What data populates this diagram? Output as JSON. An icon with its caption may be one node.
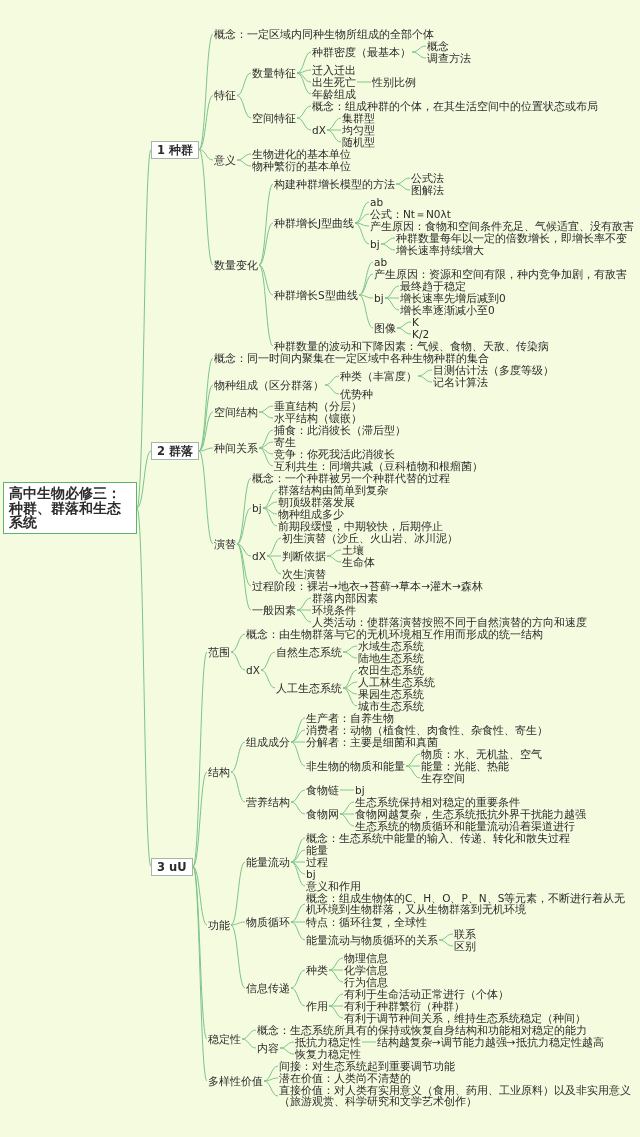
{
  "diagram": {
    "nodes": [
      {
        "text": [
          "高中生物必修三：种群、群落和生态系统"
        ]
      },
      {
        "text": [
          "1 种群"
        ]
      },
      {
        "text": [
          "概念：一定区域内同种生物所组成的全部个体"
        ]
      },
      {
        "text": [
          "特征"
        ]
      },
      {
        "text": [
          "数量特征"
        ]
      },
      {
        "text": [
          "种群密度（最基本）"
        ]
      },
      {
        "text": [
          "概念"
        ]
      },
      {
        "text": [
          "调查方法"
        ]
      },
      {
        "text": [
          "迁入迁出"
        ]
      },
      {
        "text": [
          "出生死亡"
        ]
      },
      {
        "text": [
          "性别比例"
        ]
      },
      {
        "text": [
          "年龄组成"
        ]
      },
      {
        "text": [
          "空间特征"
        ]
      },
      {
        "text": [
          "概念：组成种群的个体，在其生活空间中的位置状态或布局"
        ]
      },
      {
        "text": [
          "dX"
        ]
      },
      {
        "text": [
          "集群型"
        ]
      },
      {
        "text": [
          "均匀型"
        ]
      },
      {
        "text": [
          "随机型"
        ]
      },
      {
        "text": [
          "意义"
        ]
      },
      {
        "text": [
          "生物进化的基本单位"
        ]
      },
      {
        "text": [
          "物种繁衍的基本单位"
        ]
      },
      {
        "text": [
          "数量变化"
        ]
      },
      {
        "text": [
          "构建种群增长模型的方法"
        ]
      },
      {
        "text": [
          "公式法"
        ]
      },
      {
        "text": [
          "图解法"
        ]
      },
      {
        "text": [
          "种群增长J型曲线"
        ]
      },
      {
        "text": [
          "ab"
        ]
      },
      {
        "text": [
          "公式：Nt＝N0λt"
        ]
      },
      {
        "text": [
          "产生原因：食物和空间条件充足、气候适宜、没有敌害"
        ]
      },
      {
        "text": [
          "bj"
        ]
      },
      {
        "text": [
          "种群数量每年以一定的倍数增长，即增长率不变"
        ]
      },
      {
        "text": [
          "增长速率持续增大"
        ]
      },
      {
        "text": [
          "种群增长S型曲线"
        ]
      },
      {
        "text": [
          "ab"
        ]
      },
      {
        "text": [
          "产生原因：资源和空间有限，种内竞争加剧，有敌害"
        ]
      },
      {
        "text": [
          "bj"
        ]
      },
      {
        "text": [
          "最终趋于稳定"
        ]
      },
      {
        "text": [
          "增长速率先增后减到0"
        ]
      },
      {
        "text": [
          "增长率逐渐减小至0"
        ]
      },
      {
        "text": [
          "图像"
        ]
      },
      {
        "text": [
          "K"
        ]
      },
      {
        "text": [
          "K/2"
        ]
      },
      {
        "text": [
          "种群数量的波动和下降因素：气候、食物、天敌、传染病"
        ]
      },
      {
        "text": [
          "2 群落"
        ]
      },
      {
        "text": [
          "概念：同一时间内聚集在一定区域中各种生物种群的集合"
        ]
      },
      {
        "text": [
          "物种组成（区分群落）"
        ]
      },
      {
        "text": [
          "种类（丰富度）"
        ]
      },
      {
        "text": [
          "目测估计法（多度等级）"
        ]
      },
      {
        "text": [
          "记名计算法"
        ]
      },
      {
        "text": [
          "优势种"
        ]
      },
      {
        "text": [
          "空间结构"
        ]
      },
      {
        "text": [
          "垂直结构（分层）"
        ]
      },
      {
        "text": [
          "水平结构（镶嵌）"
        ]
      },
      {
        "text": [
          "种间关系"
        ]
      },
      {
        "text": [
          "捕食：此消彼长（滞后型）"
        ]
      },
      {
        "text": [
          "寄生"
        ]
      },
      {
        "text": [
          "竞争：你死我活此消彼长"
        ]
      },
      {
        "text": [
          "互利共生：同增共减（豆科植物和根瘤菌）"
        ]
      },
      {
        "text": [
          "演替"
        ]
      },
      {
        "text": [
          "概念：一个种群被另一个种群代替的过程"
        ]
      },
      {
        "text": [
          "bj"
        ]
      },
      {
        "text": [
          "群落结构由简单到复杂"
        ]
      },
      {
        "text": [
          "朝顶级群落发展"
        ]
      },
      {
        "text": [
          "物种组成多少"
        ]
      },
      {
        "text": [
          "前期段缓慢，中期较快，后期停止"
        ]
      },
      {
        "text": [
          "dX"
        ]
      },
      {
        "text": [
          "初生演替（沙丘、火山岩、冰川泥）"
        ]
      },
      {
        "text": [
          "判断依据"
        ]
      },
      {
        "text": [
          "土壤"
        ]
      },
      {
        "text": [
          "生命体"
        ]
      },
      {
        "text": [
          "次生演替"
        ]
      },
      {
        "text": [
          "过程阶段：裸岩→地衣→苔藓→草本→灌木→森林"
        ]
      },
      {
        "text": [
          "一般因素"
        ]
      },
      {
        "text": [
          "群落内部因素"
        ]
      },
      {
        "text": [
          "环境条件"
        ]
      },
      {
        "text": [
          "人类活动：使群落演替按照不同于自然演替的方向和速度"
        ]
      },
      {
        "text": [
          "3 uU"
        ]
      },
      {
        "text": [
          "范围"
        ]
      },
      {
        "text": [
          "概念：由生物群落与它的无机环境相互作用而形成的统一结构"
        ]
      },
      {
        "text": [
          "dX"
        ]
      },
      {
        "text": [
          "自然生态系统"
        ]
      },
      {
        "text": [
          "水域生态系统"
        ]
      },
      {
        "text": [
          "陆地生态系统"
        ]
      },
      {
        "text": [
          "人工生态系统"
        ]
      },
      {
        "text": [
          "农田生态系统"
        ]
      },
      {
        "text": [
          "人工林生态系统"
        ]
      },
      {
        "text": [
          "果园生态系统"
        ]
      },
      {
        "text": [
          "城市生态系统"
        ]
      },
      {
        "text": [
          "结构"
        ]
      },
      {
        "text": [
          "组成成分"
        ]
      },
      {
        "text": [
          "生产者：自养生物"
        ]
      },
      {
        "text": [
          "消费者：动物（植食性、肉食性、杂食性、寄生）"
        ]
      },
      {
        "text": [
          "分解者：主要是细菌和真菌"
        ]
      },
      {
        "text": [
          "非生物的物质和能量"
        ]
      },
      {
        "text": [
          "物质：水、无机盐、空气"
        ]
      },
      {
        "text": [
          "能量：光能、热能"
        ]
      },
      {
        "text": [
          "生存空间"
        ]
      },
      {
        "text": [
          "营养结构"
        ]
      },
      {
        "text": [
          "食物链"
        ]
      },
      {
        "text": [
          "bj"
        ]
      },
      {
        "text": [
          "食物网"
        ]
      },
      {
        "text": [
          "生态系统保持相对稳定的重要条件"
        ]
      },
      {
        "text": [
          "食物网越复杂，生态系统抵抗外界干扰能力越强"
        ]
      },
      {
        "text": [
          "生态系统的物质循环和能量流动沿着渠道进行"
        ]
      },
      {
        "text": [
          "功能"
        ]
      },
      {
        "text": [
          "能量流动"
        ]
      },
      {
        "text": [
          "概念：生态系统中能量的输入、传递、转化和散失过程"
        ]
      },
      {
        "text": [
          "能量"
        ]
      },
      {
        "text": [
          "过程"
        ]
      },
      {
        "text": [
          "bj"
        ]
      },
      {
        "text": [
          "意义和作用"
        ]
      },
      {
        "text": [
          "物质循环"
        ]
      },
      {
        "text": [
          "概念：组成生物体的C、H、O、P、N、S等元素，不断进行着从无机环境到生物群落，又从生物群落到无机环境"
        ]
      },
      {
        "text": [
          "特点：循环往复，全球性"
        ]
      },
      {
        "text": [
          "能量流动与物质循环的关系"
        ]
      },
      {
        "text": [
          "联系"
        ]
      },
      {
        "text": [
          "区别"
        ]
      },
      {
        "text": [
          "信息传递"
        ]
      },
      {
        "text": [
          "种类"
        ]
      },
      {
        "text": [
          "物理信息"
        ]
      },
      {
        "text": [
          "化学信息"
        ]
      },
      {
        "text": [
          "行为信息"
        ]
      },
      {
        "text": [
          "作用"
        ]
      },
      {
        "text": [
          "有利于生命活动正常进行（个体）"
        ]
      },
      {
        "text": [
          "有利于种群繁衍（种群）"
        ]
      },
      {
        "text": [
          "有利于调节种间关系，维持生态系统稳定（种间）"
        ]
      },
      {
        "text": [
          "稳定性"
        ]
      },
      {
        "text": [
          "概念：生态系统所具有的保持或恢复自身结构和功能相对稳定的能力"
        ]
      },
      {
        "text": [
          "内容"
        ]
      },
      {
        "text": [
          "抵抗力稳定性"
        ]
      },
      {
        "text": [
          "结构越复杂→调节能力越强→抵抗力稳定性越高"
        ]
      },
      {
        "text": [
          "恢复力稳定性"
        ]
      },
      {
        "text": [
          "多样性价值"
        ]
      },
      {
        "text": [
          "间接：对生态系统起到重要调节功能"
        ]
      },
      {
        "text": [
          "潜在价值：人类尚不清楚的"
        ]
      },
      {
        "text": [
          "直接价值：对人类有实用意义（食用、药用、工业原料）以及非实用意义（旅游观赏、科学研究和文学艺术创作）"
        ]
      }
    ],
    "edges": [
      {
        "from": 0,
        "to": 1,
        "arrow": "none"
      },
      {
        "from": 1,
        "to": 2,
        "arrow": "none"
      },
      {
        "from": 1,
        "to": 3,
        "arrow": "none"
      },
      {
        "from": 3,
        "to": 4,
        "arrow": "none"
      },
      {
        "from": 4,
        "to": 5,
        "arrow": "none"
      },
      {
        "from": 5,
        "to": 6,
        "arrow": "none"
      },
      {
        "from": 5,
        "to": 7,
        "arrow": "none"
      },
      {
        "from": 4,
        "to": 8,
        "arrow": "none"
      },
      {
        "from": 4,
        "to": 9,
        "arrow": "none"
      },
      {
        "from": 9,
        "to": 10,
        "arrow": "none"
      },
      {
        "from": 4,
        "to": 11,
        "arrow": "none"
      },
      {
        "from": 3,
        "to": 12,
        "arrow": "none"
      },
      {
        "from": 12,
        "to": 13,
        "arrow": "none"
      },
      {
        "from": 12,
        "to": 14,
        "arrow": "none"
      },
      {
        "from": 14,
        "to": 15,
        "arrow": "none"
      },
      {
        "from": 14,
        "to": 16,
        "arrow": "none"
      },
      {
        "from": 14,
        "to": 17,
        "arrow": "none"
      },
      {
        "from": 1,
        "to": 18,
        "arrow": "none"
      },
      {
        "from": 18,
        "to": 19,
        "arrow": "none"
      },
      {
        "from": 18,
        "to": 20,
        "arrow": "none"
      },
      {
        "from": 1,
        "to": 21,
        "arrow": "none"
      },
      {
        "from": 21,
        "to": 22,
        "arrow": "none"
      },
      {
        "from": 22,
        "to": 23,
        "arrow": "none"
      },
      {
        "from": 22,
        "to": 24,
        "arrow": "none"
      },
      {
        "from": 21,
        "to": 25,
        "arrow": "none"
      },
      {
        "from": 25,
        "to": 26,
        "arrow": "none"
      },
      {
        "from": 25,
        "to": 27,
        "arrow": "none"
      },
      {
        "from": 25,
        "to": 28,
        "arrow": "none"
      },
      {
        "from": 25,
        "to": 29,
        "arrow": "none"
      },
      {
        "from": 29,
        "to": 30,
        "arrow": "none"
      },
      {
        "from": 29,
        "to": 31,
        "arrow": "none"
      },
      {
        "from": 21,
        "to": 32,
        "arrow": "none"
      },
      {
        "from": 32,
        "to": 33,
        "arrow": "none"
      },
      {
        "from": 32,
        "to": 34,
        "arrow": "none"
      },
      {
        "from": 32,
        "to": 35,
        "arrow": "none"
      },
      {
        "from": 35,
        "to": 36,
        "arrow": "none"
      },
      {
        "from": 35,
        "to": 37,
        "arrow": "none"
      },
      {
        "from": 35,
        "to": 38,
        "arrow": "none"
      },
      {
        "from": 32,
        "to": 39,
        "arrow": "none"
      },
      {
        "from": 39,
        "to": 40,
        "arrow": "none"
      },
      {
        "from": 39,
        "to": 41,
        "arrow": "none"
      },
      {
        "from": 21,
        "to": 42,
        "arrow": "none"
      },
      {
        "from": 0,
        "to": 43,
        "arrow": "none"
      },
      {
        "from": 43,
        "to": 44,
        "arrow": "none"
      },
      {
        "from": 43,
        "to": 45,
        "arrow": "none"
      },
      {
        "from": 45,
        "to": 46,
        "arrow": "none"
      },
      {
        "from": 46,
        "to": 47,
        "arrow": "none"
      },
      {
        "from": 46,
        "to": 48,
        "arrow": "none"
      },
      {
        "from": 45,
        "to": 49,
        "arrow": "none"
      },
      {
        "from": 43,
        "to": 50,
        "arrow": "none"
      },
      {
        "from": 50,
        "to": 51,
        "arrow": "none"
      },
      {
        "from": 50,
        "to": 52,
        "arrow": "none"
      },
      {
        "from": 43,
        "to": 53,
        "arrow": "none"
      },
      {
        "from": 53,
        "to": 54,
        "arrow": "none"
      },
      {
        "from": 53,
        "to": 55,
        "arrow": "none"
      },
      {
        "from": 53,
        "to": 56,
        "arrow": "none"
      },
      {
        "from": 53,
        "to": 57,
        "arrow": "none"
      },
      {
        "from": 43,
        "to": 58,
        "arrow": "none"
      },
      {
        "from": 58,
        "to": 59,
        "arrow": "none"
      },
      {
        "from": 58,
        "to": 60,
        "arrow": "none"
      },
      {
        "from": 60,
        "to": 61,
        "arrow": "none"
      },
      {
        "from": 60,
        "to": 62,
        "arrow": "none"
      },
      {
        "from": 60,
        "to": 63,
        "arrow": "none"
      },
      {
        "from": 60,
        "to": 64,
        "arrow": "none"
      },
      {
        "from": 58,
        "to": 65,
        "arrow": "none"
      },
      {
        "from": 65,
        "to": 66,
        "arrow": "none"
      },
      {
        "from": 65,
        "to": 67,
        "arrow": "none"
      },
      {
        "from": 67,
        "to": 68,
        "arrow": "none"
      },
      {
        "from": 67,
        "to": 69,
        "arrow": "none"
      },
      {
        "from": 65,
        "to": 70,
        "arrow": "none"
      },
      {
        "from": 58,
        "to": 71,
        "arrow": "none"
      },
      {
        "from": 58,
        "to": 72,
        "arrow": "none"
      },
      {
        "from": 72,
        "to": 73,
        "arrow": "none"
      },
      {
        "from": 72,
        "to": 74,
        "arrow": "none"
      },
      {
        "from": 72,
        "to": 75,
        "arrow": "none"
      },
      {
        "from": 0,
        "to": 76,
        "arrow": "none"
      },
      {
        "from": 76,
        "to": 77,
        "arrow": "none"
      },
      {
        "from": 77,
        "to": 78,
        "arrow": "none"
      },
      {
        "from": 77,
        "to": 79,
        "arrow": "none"
      },
      {
        "from": 79,
        "to": 80,
        "arrow": "none"
      },
      {
        "from": 80,
        "to": 81,
        "arrow": "none"
      },
      {
        "from": 80,
        "to": 82,
        "arrow": "none"
      },
      {
        "from": 79,
        "to": 83,
        "arrow": "none"
      },
      {
        "from": 83,
        "to": 84,
        "arrow": "none"
      },
      {
        "from": 83,
        "to": 85,
        "arrow": "none"
      },
      {
        "from": 83,
        "to": 86,
        "arrow": "none"
      },
      {
        "from": 83,
        "to": 87,
        "arrow": "none"
      },
      {
        "from": 76,
        "to": 88,
        "arrow": "none"
      },
      {
        "from": 88,
        "to": 89,
        "arrow": "none"
      },
      {
        "from": 89,
        "to": 90,
        "arrow": "none"
      },
      {
        "from": 89,
        "to": 91,
        "arrow": "none"
      },
      {
        "from": 89,
        "to": 92,
        "arrow": "none"
      },
      {
        "from": 89,
        "to": 93,
        "arrow": "none"
      },
      {
        "from": 93,
        "to": 94,
        "arrow": "none"
      },
      {
        "from": 93,
        "to": 95,
        "arrow": "none"
      },
      {
        "from": 93,
        "to": 96,
        "arrow": "none"
      },
      {
        "from": 88,
        "to": 97,
        "arrow": "none"
      },
      {
        "from": 97,
        "to": 98,
        "arrow": "none"
      },
      {
        "from": 98,
        "to": 99,
        "arrow": "none"
      },
      {
        "from": 97,
        "to": 100,
        "arrow": "none"
      },
      {
        "from": 100,
        "to": 101,
        "arrow": "none"
      },
      {
        "from": 100,
        "to": 102,
        "arrow": "none"
      },
      {
        "from": 100,
        "to": 103,
        "arrow": "none"
      },
      {
        "from": 76,
        "to": 104,
        "arrow": "none"
      },
      {
        "from": 104,
        "to": 105,
        "arrow": "none"
      },
      {
        "from": 105,
        "to": 106,
        "arrow": "none"
      },
      {
        "from": 105,
        "to": 107,
        "arrow": "none"
      },
      {
        "from": 105,
        "to": 108,
        "arrow": "none"
      },
      {
        "from": 105,
        "to": 109,
        "arrow": "none"
      },
      {
        "from": 105,
        "to": 110,
        "arrow": "none"
      },
      {
        "from": 104,
        "to": 111,
        "arrow": "none"
      },
      {
        "from": 111,
        "to": 112,
        "arrow": "none"
      },
      {
        "from": 111,
        "to": 113,
        "arrow": "none"
      },
      {
        "from": 111,
        "to": 114,
        "arrow": "none"
      },
      {
        "from": 114,
        "to": 115,
        "arrow": "none"
      },
      {
        "from": 114,
        "to": 116,
        "arrow": "none"
      },
      {
        "from": 104,
        "to": 117,
        "arrow": "none"
      },
      {
        "from": 117,
        "to": 118,
        "arrow": "none"
      },
      {
        "from": 118,
        "to": 119,
        "arrow": "none"
      },
      {
        "from": 118,
        "to": 120,
        "arrow": "none"
      },
      {
        "from": 118,
        "to": 121,
        "arrow": "none"
      },
      {
        "from": 117,
        "to": 122,
        "arrow": "none"
      },
      {
        "from": 122,
        "to": 123,
        "arrow": "none"
      },
      {
        "from": 122,
        "to": 124,
        "arrow": "none"
      },
      {
        "from": 122,
        "to": 125,
        "arrow": "none"
      },
      {
        "from": 76,
        "to": 126,
        "arrow": "none"
      },
      {
        "from": 126,
        "to": 127,
        "arrow": "none"
      },
      {
        "from": 126,
        "to": 128,
        "arrow": "none"
      },
      {
        "from": 128,
        "to": 129,
        "arrow": "none"
      },
      {
        "from": 129,
        "to": 130,
        "arrow": "none"
      },
      {
        "from": 128,
        "to": 131,
        "arrow": "none"
      },
      {
        "from": 76,
        "to": 132,
        "arrow": "none"
      },
      {
        "from": 132,
        "to": 133,
        "arrow": "none"
      },
      {
        "from": 132,
        "to": 134,
        "arrow": "none"
      },
      {
        "from": 132,
        "to": 135,
        "arrow": "none"
      }
    ]
  }
}
